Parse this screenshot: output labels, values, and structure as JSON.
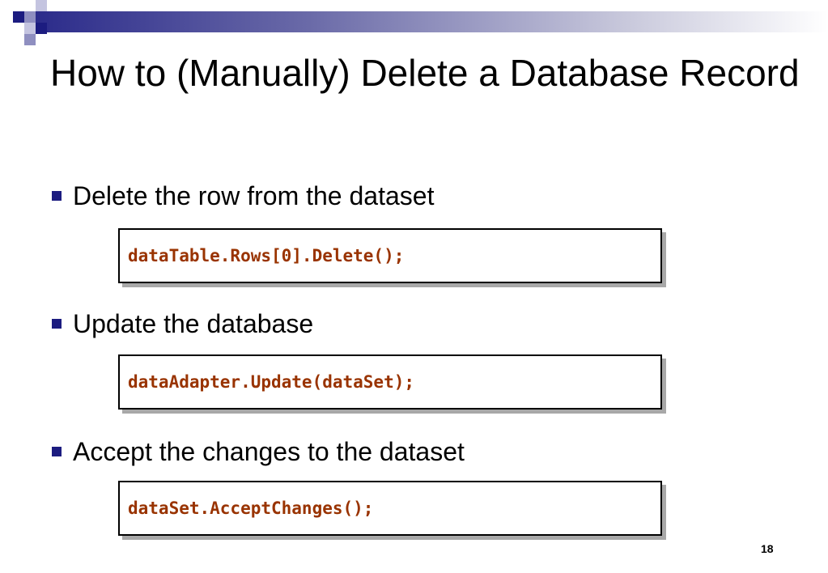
{
  "slide": {
    "title": "How to (Manually) Delete a Database Record",
    "items": [
      {
        "text": "Delete the row from the dataset",
        "code": "dataTable.Rows[0].Delete();"
      },
      {
        "text": "Update the database",
        "code": "dataAdapter.Update(dataSet);"
      },
      {
        "text": "Accept the changes to the dataset",
        "code": "dataSet.AcceptChanges();"
      }
    ],
    "page_number": "18"
  },
  "colors": {
    "accent": "#1c1c80",
    "code_text": "#993300",
    "code_shadow": "#a8a8a8"
  }
}
